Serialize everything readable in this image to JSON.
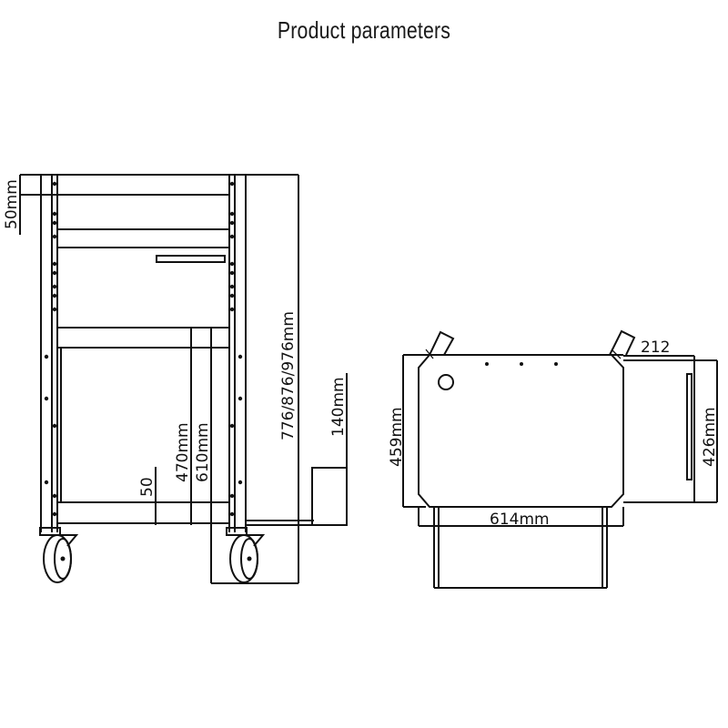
{
  "title": "Product parameters",
  "side_view": {
    "labels": {
      "top_clearance": "50mm",
      "total_height": "776/876/976mm",
      "pedal_height": "140mm",
      "bottom_offset": "50",
      "lower_shelf_height": "470mm",
      "middle_shelf_height": "610mm"
    }
  },
  "top_view": {
    "labels": {
      "depth": "459mm",
      "width": "614mm",
      "side_depth": "426mm",
      "side_width": "212"
    }
  },
  "colors": {
    "line": "#111111",
    "background": "#ffffff"
  }
}
